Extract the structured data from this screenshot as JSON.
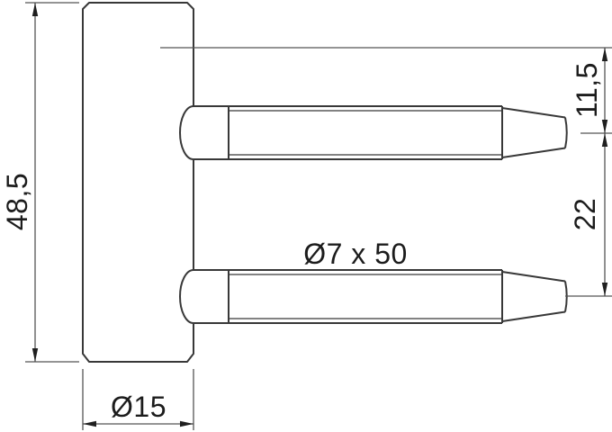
{
  "drawing": {
    "labels": {
      "body_height": "48,5",
      "pin_offset": "11,5",
      "pin_spacing": "22",
      "pin_dimensions": "Ø7 x 50",
      "body_diameter": "Ø15"
    },
    "colors": {
      "background": "#ffffff",
      "part_outline": "#383838",
      "dimension_lines": "#555555",
      "arrow_fill": "#1f1f1f",
      "label_text": "#1c1c1c"
    }
  }
}
